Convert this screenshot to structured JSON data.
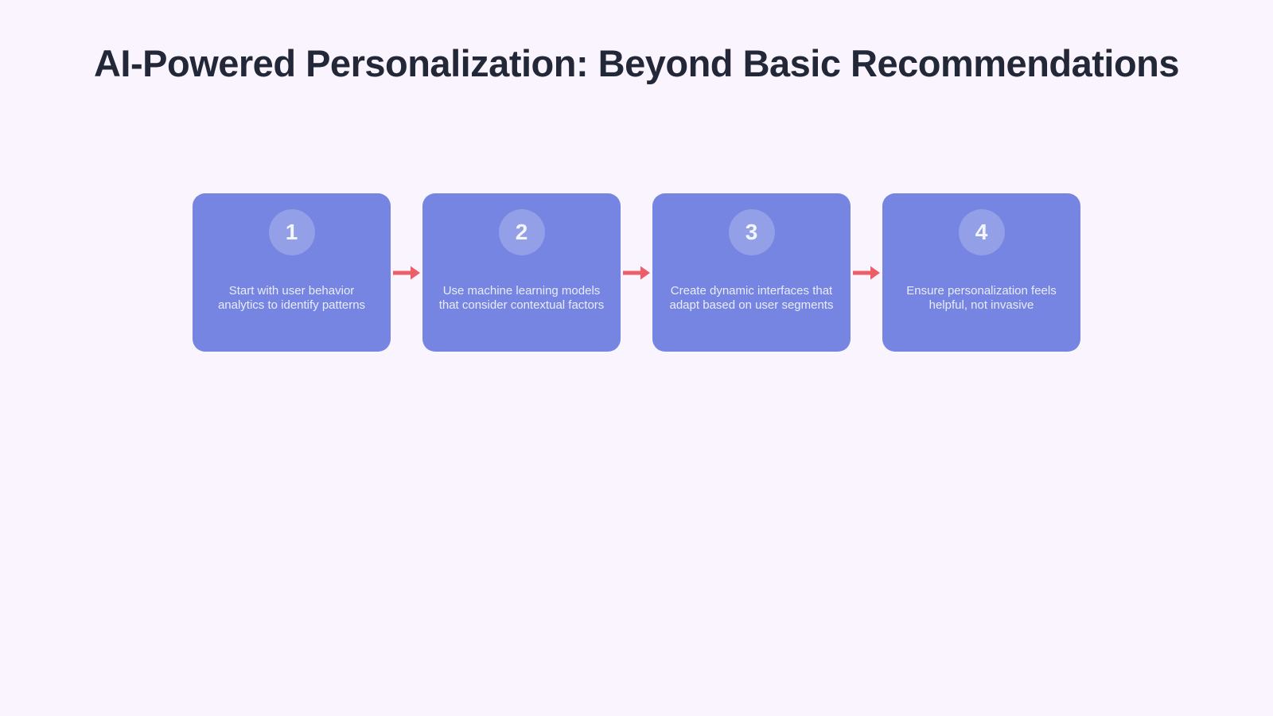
{
  "page": {
    "title": "AI-Powered Personalization: Beyond Basic Recommendations"
  },
  "colors": {
    "bg": "#f9f4fd",
    "title": "#232838",
    "card": "#7585e1",
    "arrow": "#ec5f68",
    "cardtext": "#e9ecfa"
  },
  "flow": {
    "steps": [
      {
        "number": "1",
        "text": "Start with user behavior analytics to identify patterns"
      },
      {
        "number": "2",
        "text": "Use machine learning models that consider contextual factors"
      },
      {
        "number": "3",
        "text": "Create dynamic interfaces that adapt based on user segments"
      },
      {
        "number": "4",
        "text": "Ensure personalization feels helpful, not invasive"
      }
    ]
  }
}
